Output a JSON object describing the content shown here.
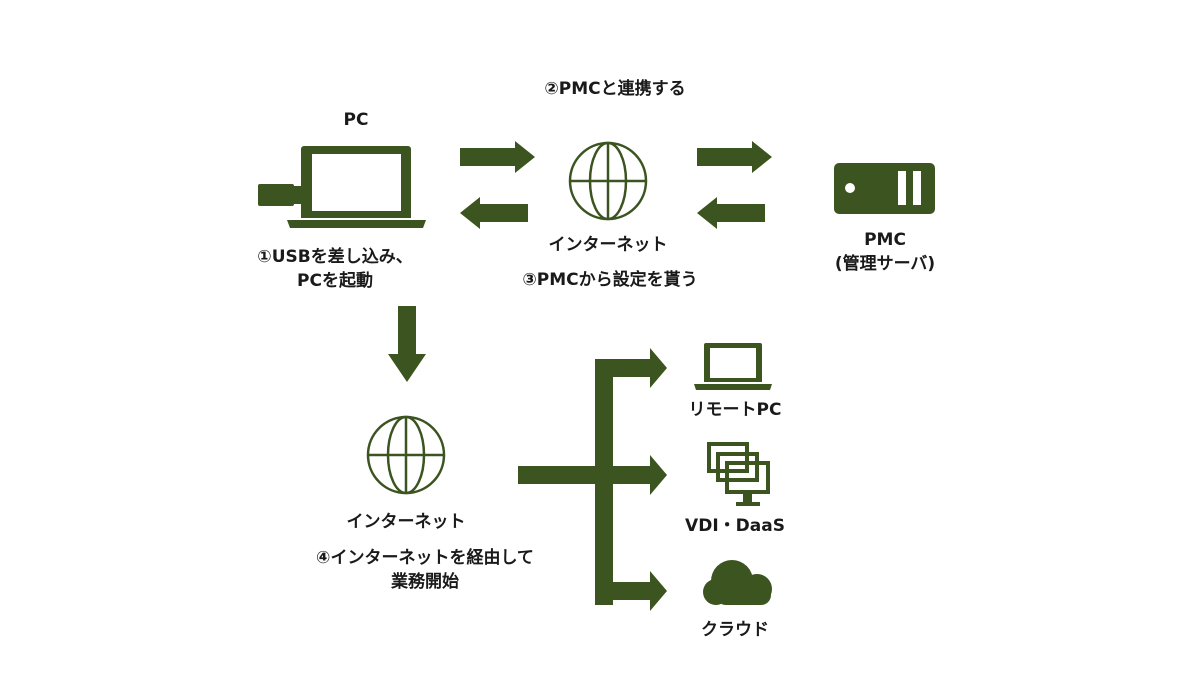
{
  "colors": {
    "accent": "#3b5420",
    "text": "#1a1a1a",
    "background": "#ffffff"
  },
  "labels": {
    "pc": "PC",
    "step1_line1": "①USBを差し込み、",
    "step1_line2": "PCを起動",
    "step2": "②PMCと連携する",
    "internet_top": "インターネット",
    "step3": "③PMCから設定を貰う",
    "pmc": "PMC",
    "pmc_sub": "(管理サーバ)",
    "internet_bottom": "インターネット",
    "step4_line1": "④インターネットを経由して",
    "step4_line2": "業務開始",
    "remote_pc": "リモートPC",
    "vdi": "VDI・DaaS",
    "cloud": "クラウド"
  },
  "icons": {
    "pc": "laptop-with-usb-icon",
    "internet_top": "globe-icon",
    "pmc": "server-icon",
    "internet_bottom": "globe-icon",
    "remote_pc": "laptop-icon",
    "vdi": "stacked-monitors-icon",
    "cloud": "cloud-icon"
  }
}
